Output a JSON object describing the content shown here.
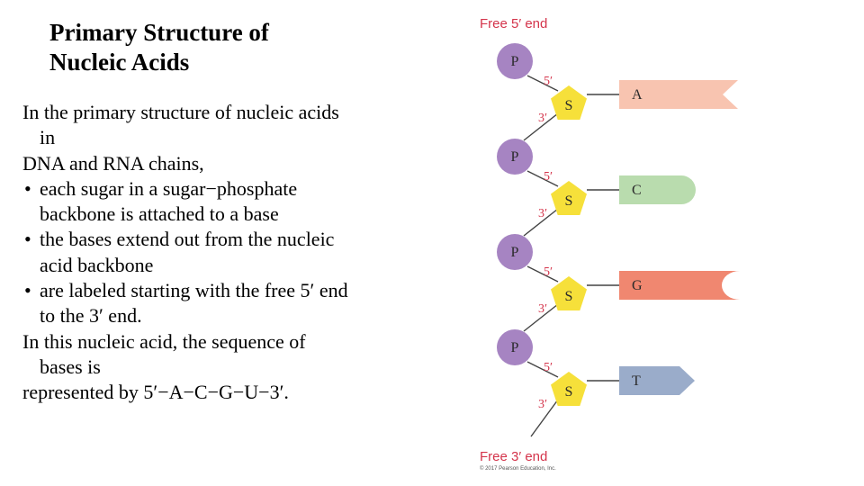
{
  "title": [
    "Primary Structure of",
    "Nucleic Acids"
  ],
  "body": [
    {
      "text": "In the primary structure of nucleic acids",
      "style": "plain"
    },
    {
      "text": "in",
      "style": "indent"
    },
    {
      "text": "DNA and RNA chains,",
      "style": "plain"
    },
    {
      "text": "each sugar in a sugar−phosphate",
      "style": "bullet"
    },
    {
      "text": "backbone is attached to a base",
      "style": "indent"
    },
    {
      "text": "the bases extend out from the nucleic",
      "style": "bullet"
    },
    {
      "text": "acid backbone",
      "style": "indent"
    },
    {
      "text": "are labeled starting with the free 5′ end",
      "style": "bullet"
    },
    {
      "text": "to the 3′ end.",
      "style": "indent"
    },
    {
      "text": "In this nucleic acid, the sequence of",
      "style": "plain"
    },
    {
      "text": "bases is",
      "style": "indent"
    },
    {
      "text": "represented by 5′−A−C−G−U−3′.",
      "style": "plain"
    }
  ],
  "diagram": {
    "free_5_label": "Free 5′ end",
    "free_3_label": "Free 3′ end",
    "copyright": "© 2017 Pearson Education, Inc.",
    "phosphate_label": "P",
    "sugar_label": "S",
    "five_prime": "5′",
    "three_prime": "3′",
    "colors": {
      "phosphate": "#a684c2",
      "sugar": "#f6e03a",
      "backbone": "#444444",
      "label_red": "#d4344b"
    },
    "units": [
      {
        "base": "A",
        "shape": "notch",
        "color": "#f8c4b0"
      },
      {
        "base": "C",
        "shape": "round",
        "color": "#b9dcae"
      },
      {
        "base": "G",
        "shape": "concave",
        "color": "#f08770"
      },
      {
        "base": "T",
        "shape": "point",
        "color": "#9aacca"
      }
    ]
  }
}
